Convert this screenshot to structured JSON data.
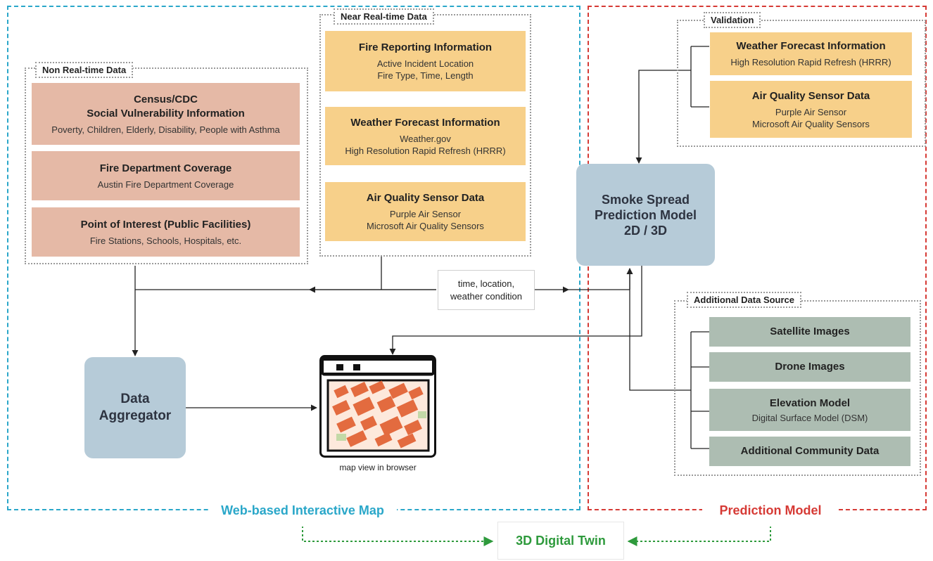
{
  "regions": {
    "web_label": "Web-based Interactive Map",
    "prediction_label": "Prediction Model",
    "digital_twin_label": "3D Digital Twin"
  },
  "non_realtime": {
    "label": "Non Real-time Data",
    "cards": [
      {
        "title_line1": "Census/CDC",
        "title_line2": "Social Vulnerability Information",
        "sub": "Poverty, Children, Elderly, Disability, People with Asthma"
      },
      {
        "title": "Fire Department Coverage",
        "sub": "Austin Fire Department Coverage"
      },
      {
        "title": "Point of Interest (Public Facilities)",
        "sub": "Fire Stations, Schools, Hospitals, etc."
      }
    ]
  },
  "near_realtime": {
    "label": "Near Real-time Data",
    "cards": [
      {
        "title": "Fire Reporting Information",
        "sub1": "Active Incident Location",
        "sub2": "Fire Type, Time, Length"
      },
      {
        "title": "Weather Forecast Information",
        "sub1": "Weather.gov",
        "sub2": "High Resolution Rapid Refresh (HRRR)"
      },
      {
        "title": "Air Quality Sensor Data",
        "sub1": "Purple Air Sensor",
        "sub2": "Microsoft Air Quality Sensors"
      }
    ]
  },
  "validation": {
    "label": "Validation",
    "cards": [
      {
        "title": "Weather Forecast Information",
        "sub1": "High Resolution Rapid Refresh (HRRR)"
      },
      {
        "title": "Air Quality Sensor Data",
        "sub1": "Purple Air Sensor",
        "sub2": "Microsoft Air Quality Sensors"
      }
    ]
  },
  "additional": {
    "label": "Additional Data Source",
    "cards": [
      {
        "title": "Satellite Images"
      },
      {
        "title": "Drone Images"
      },
      {
        "title": "Elevation Model",
        "sub": "Digital Surface Model (DSM)"
      },
      {
        "title": "Additional Community Data"
      }
    ]
  },
  "model": {
    "line1": "Smoke Spread",
    "line2": "Prediction Model",
    "line3": "2D / 3D"
  },
  "aggregator": {
    "line1": "Data",
    "line2": "Aggregator"
  },
  "condition_box": {
    "line1": "time, location,",
    "line2": "weather condition"
  },
  "map": {
    "caption": "map view in browser"
  },
  "colors": {
    "web_border": "#2aa7c9",
    "prediction_border": "#d63a35",
    "digital_twin": "#2e9a3c",
    "peach": "#e5b9a6",
    "yellow": "#f7d08a",
    "green": "#adbdb2",
    "blue": "#b6cbd8"
  }
}
